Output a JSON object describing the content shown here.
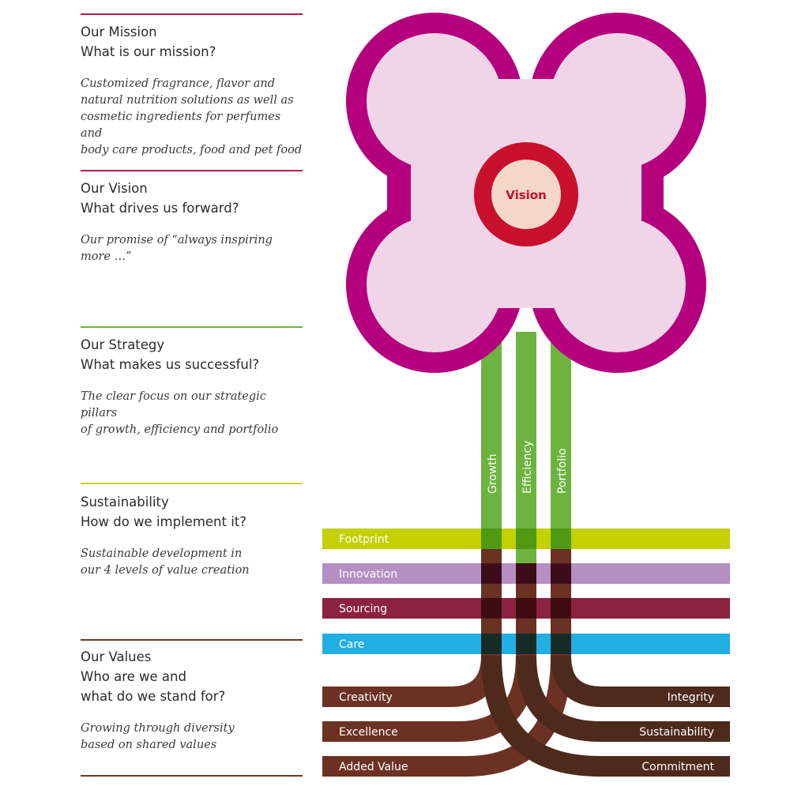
{
  "sections": [
    {
      "title": "Our Mission",
      "question": "What is our mission?",
      "desc": [
        "Customized fragrance, flavor and",
        "natural nutrition solutions as well as",
        "cosmetic ingredients for perfumes and",
        "body care products, food and pet food"
      ]
    },
    {
      "title": "Our Vision",
      "question": "What drives us forward?",
      "desc": [
        "Our promise of “always inspiring",
        "more …”"
      ]
    },
    {
      "title": "Our Strategy",
      "question": "What makes us successful?",
      "desc": [
        "The clear focus on our strategic pillars",
        "of growth, efficiency and portfolio"
      ]
    },
    {
      "title": "Sustainability",
      "question": "How do we implement it?",
      "desc": [
        "Sustainable development in",
        "our 4 levels of value creation"
      ]
    },
    {
      "title": "Our Values",
      "question_lines": [
        "Who are we and",
        "what do we stand for?"
      ],
      "desc": [
        "Growing through diversity",
        "based on shared values"
      ]
    }
  ],
  "diagram": {
    "vision_label": "Vision",
    "pillars": [
      "Growth",
      "Efficiency",
      "Portfolio"
    ],
    "levels": [
      "Footprint",
      "Innovation",
      "Sourcing",
      "Care"
    ],
    "values_left": [
      "Creativity",
      "Excellence",
      "Added Value"
    ],
    "values_right": [
      "Integrity",
      "Sustainability",
      "Commitment"
    ]
  },
  "colors": {
    "rule_mission": "#b5174f",
    "rule_vision": "#b5174f",
    "rule_strategy": "#6db33f",
    "rule_sustainability": "#c9d32a",
    "rule_values": "#6b3a2a",
    "petal_outline": "#b5007e",
    "petal_fill": "#efd5e7",
    "vision_ring": "#c8102e",
    "vision_fill": "#f5d7c8",
    "pillar": "#6db33f",
    "footprint": "#c4d000",
    "innovation": "#b58fc3",
    "sourcing": "#8c2240",
    "care": "#21aee3",
    "root": "#6b3223"
  }
}
